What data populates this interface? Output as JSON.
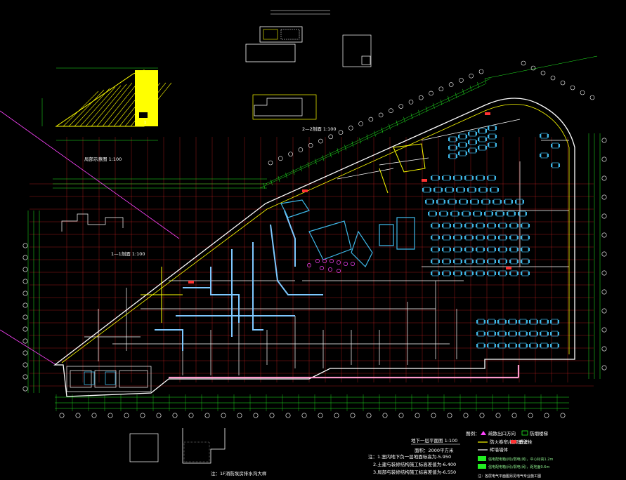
{
  "drawing": {
    "background": "#000000",
    "colors": {
      "wall": "#ffffff",
      "dimension": "#22ee22",
      "grid": "#dd2222",
      "furniture": "#3fb8e8",
      "pipe": "#7ec8ff",
      "highlight": "#ffff00",
      "magenta": "#ff44ff",
      "pink": "#ff99cc"
    },
    "section_labels": {
      "key_plan": "局部示意图 1:100",
      "section_1": "1—1剖面 1:100",
      "section_2": "2—2剖面 1:100",
      "pit_detail": "注：1F消防泵房排水沟大样",
      "plan_title": "地下一层平面图 1:100",
      "area_note": "面积：2000平方米"
    },
    "legend": {
      "title": "图例：",
      "items": [
        {
          "symbol": "triangle",
          "color": "#ff44ff",
          "label": "疏散出口方向"
        },
        {
          "symbol": "rect",
          "color": "#22ee22",
          "label": "防烟楼梯"
        },
        {
          "symbol": "line",
          "color": "#ffff00",
          "label": "防火卷帘/挡烟垂壁"
        },
        {
          "symbol": "rect",
          "color": "#ff3333",
          "label": "消火栓"
        },
        {
          "symbol": "line",
          "color": "#ffffff",
          "label": "砖墙墙体"
        },
        {
          "symbol": "block",
          "color": "#22ee22",
          "label": "强电配电箱(间)/弱电(间)，中心标高1.2m"
        },
        {
          "symbol": "block",
          "color": "#22ee22",
          "label": "强电配电箱(间)/弱电(间)，距地面0.6m"
        }
      ],
      "footer": "注：各层电气平面图另见电气专业施工图"
    },
    "notes": [
      "注：1.室内地下负一层地面标高为-5.950",
      "2.土建与装修结构施工标高差值为-6.400",
      "3.局部与装修结构施工标高差值为-6.550"
    ]
  }
}
